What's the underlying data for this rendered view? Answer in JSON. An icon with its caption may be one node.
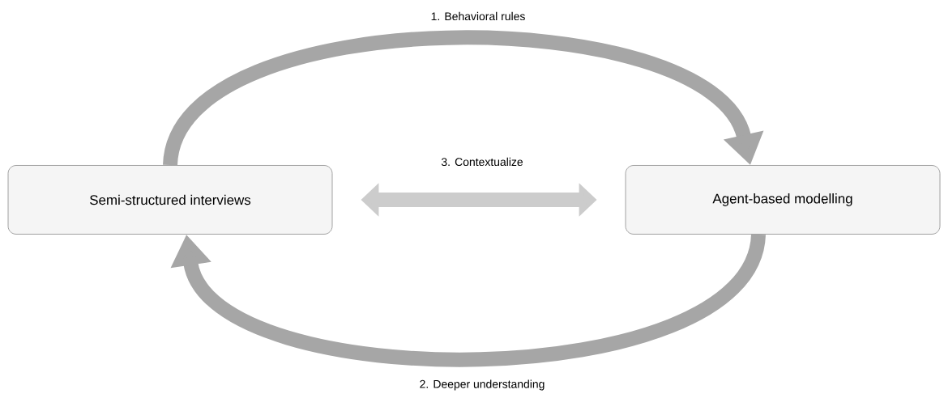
{
  "diagram": {
    "nodes": [
      {
        "text": [
          "Semi-structured interviews"
        ]
      },
      {
        "text": [
          "Agent-based modelling"
        ]
      }
    ],
    "edges": [
      {
        "from": 0,
        "to": 1,
        "arrow": "to",
        "label": "1. Behavioral rules"
      },
      {
        "from": 1,
        "to": 0,
        "arrow": "to",
        "label": "2. Deeper understanding"
      },
      {
        "from": 0,
        "to": 1,
        "arrow": "both",
        "label": "3. Contextualize"
      }
    ]
  }
}
